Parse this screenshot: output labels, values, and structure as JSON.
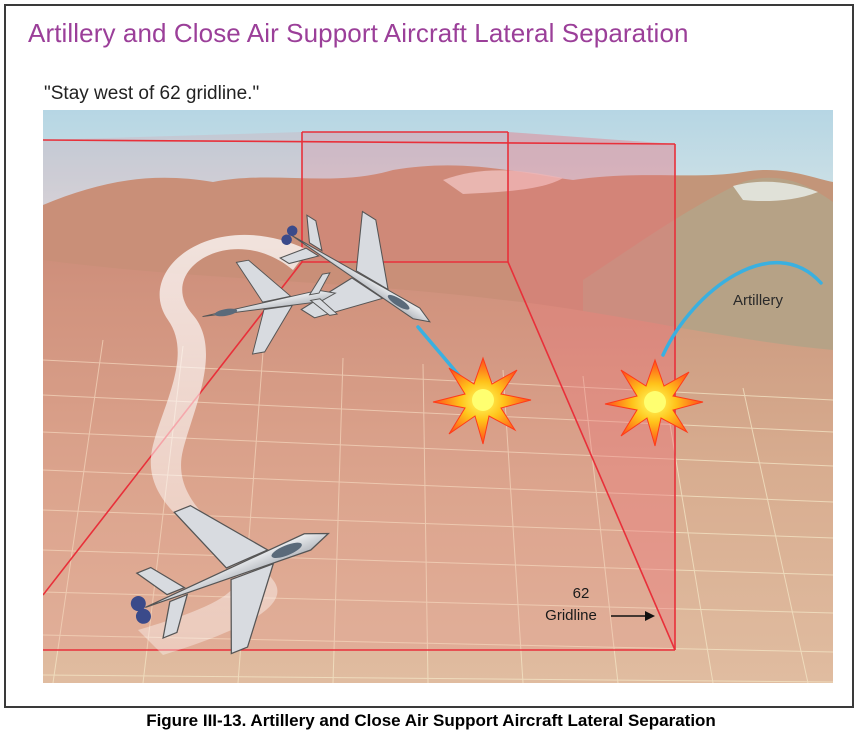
{
  "title": "Artillery and Close Air Support Aircraft Lateral Separation",
  "instruction": "\"Stay west of 62 gridline.\"",
  "labels": {
    "artillery": "Artillery",
    "gridline_number": "62",
    "gridline_word": "Gridline"
  },
  "caption": "Figure III-13.  Artillery and Close Air Support Aircraft Lateral Separation",
  "colors": {
    "title": "#9b3f99",
    "box_edge": "#e8303a",
    "box_fill": "#f06a78",
    "artillery_arc": "#3ab0e0",
    "sky": "#bcd9e6",
    "terrain": "#c89478"
  }
}
